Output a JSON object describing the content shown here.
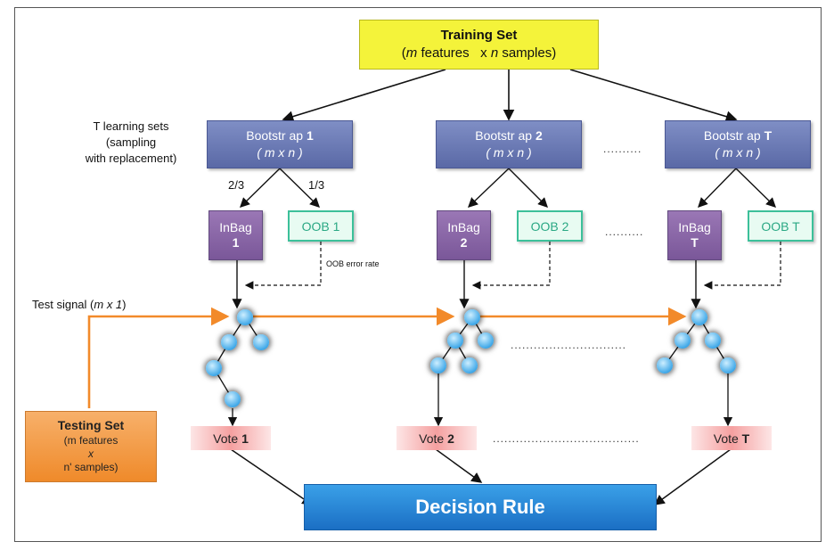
{
  "training_set": {
    "title": "Training Set",
    "line2_m": "m",
    "line2_a": " features   x ",
    "line2_n": "n",
    "line2_b": " samples)"
  },
  "learning_sets_label": {
    "line1": "T learning sets",
    "line2": "(sampling",
    "line3": "with replacement)"
  },
  "bootstraps": [
    {
      "label": "Bootstr ap",
      "index": "1",
      "dims": "( m x n )"
    },
    {
      "label": "Bootstr ap",
      "index": "2",
      "dims": "( m x n )"
    },
    {
      "label": "Bootstr ap",
      "index": "T",
      "dims": "( m x n )"
    }
  ],
  "split_labels": {
    "left": "2/3",
    "right": "1/3"
  },
  "inbags": [
    {
      "label": "InBag",
      "index": "1"
    },
    {
      "label": "InBag",
      "index": "2"
    },
    {
      "label": "InBag",
      "index": "T"
    }
  ],
  "oobs": [
    "OOB 1",
    "OOB 2",
    "OOB T"
  ],
  "oob_error_label": "OOB error rate",
  "test_signal": {
    "text": "Test signal (",
    "m": "m x 1",
    "close": ")"
  },
  "testing_set": {
    "title": "Testing Set",
    "line1": "(m features",
    "line2": "x",
    "line3": "n' samples)"
  },
  "votes": [
    {
      "label": "Vote",
      "index": "1"
    },
    {
      "label": "Vote",
      "index": "2"
    },
    {
      "label": "Vote",
      "index": "T"
    }
  ],
  "decision_rule": "Decision Rule",
  "colors": {
    "training": "#f4f33a",
    "bootstrap": "#6675b2",
    "inbag": "#8a67a7",
    "oob": "#3cc09a",
    "vote": "#f5a0a0",
    "testing": "#ef8a2a",
    "decision": "#2a88d8",
    "signal": "#f28a2a"
  }
}
